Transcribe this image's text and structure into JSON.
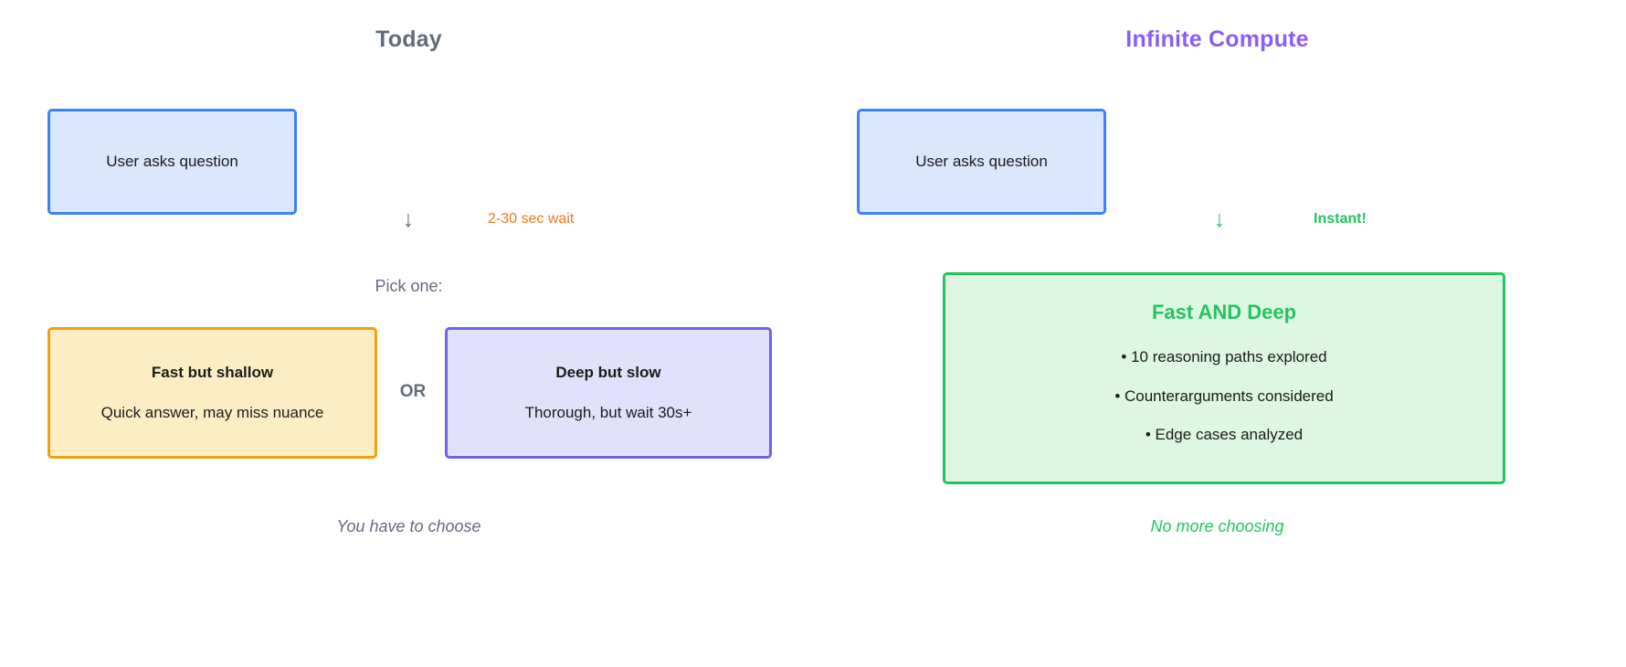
{
  "panels": {
    "left": {
      "title": "Today",
      "title_color": "#626b7d",
      "input_box": {
        "label": "User asks question"
      },
      "arrow": {
        "glyph": "↓",
        "color": "#626b7d"
      },
      "latency_label": {
        "text": "2-30 sec wait",
        "color": "#f4761f"
      },
      "prompt": "Pick one:",
      "options": [
        {
          "title": "Fast but shallow",
          "subtitle": "Quick answer, may miss nuance",
          "fill": "#fcedc4",
          "border": "#efa013"
        },
        {
          "title": "Deep but slow",
          "subtitle": "Thorough, but wait 30s+",
          "fill": "#e1e1fb",
          "border": "#6c63e8"
        }
      ],
      "or_label": "OR",
      "footer": "You have to choose"
    },
    "right": {
      "title": "Infinite Compute",
      "title_color": "#8b5cf6",
      "input_box": {
        "label": "User asks question"
      },
      "arrow": {
        "glyph": "↓",
        "color": "#22c55e"
      },
      "latency_label": {
        "text": "Instant!",
        "color": "#22c55e"
      },
      "result": {
        "title": "Fast AND Deep",
        "fill": "#ddf7e2",
        "border": "#22c55e",
        "bullets": [
          "• 10 reasoning paths explored",
          "• Counterarguments considered",
          "• Edge cases analyzed"
        ]
      },
      "footer": "No more choosing"
    }
  },
  "shared": {
    "input_fill": "#dbe7fd",
    "input_border": "#3b82f6"
  }
}
